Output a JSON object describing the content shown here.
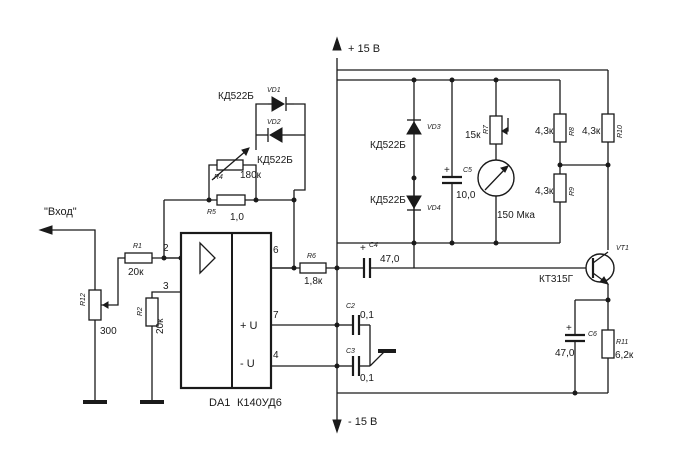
{
  "input": {
    "label": "\"Вход\""
  },
  "power": {
    "plus": "+ 15 В",
    "minus": "- 15 В"
  },
  "opamp": {
    "ref": "DA1",
    "model": "К140УД6",
    "plus_u": "+ U",
    "minus_u": "- U",
    "pins": {
      "p2": "2",
      "p3": "3",
      "p6": "6",
      "p7": "7",
      "p4": "4"
    }
  },
  "components": {
    "r12": {
      "ref": "R12",
      "value": "300"
    },
    "r1": {
      "ref": "R1",
      "value": "20к"
    },
    "r2": {
      "ref": "R2",
      "value": "20к"
    },
    "r4": {
      "ref": "R4",
      "value": "180к"
    },
    "r5": {
      "ref": "R5",
      "value": "1,0"
    },
    "r6": {
      "ref": "R6",
      "value": "1,8к"
    },
    "vd1": {
      "ref": "VD1",
      "value": "КД522Б"
    },
    "vd2": {
      "ref": "VD2",
      "value": "КД522Б"
    },
    "vd3": {
      "ref": "VD3",
      "value": "КД522Б"
    },
    "vd4": {
      "ref": "VD4",
      "value": "КД522Б"
    },
    "c2": {
      "ref": "C2",
      "value": "0,1"
    },
    "c3": {
      "ref": "C3",
      "value": "0,1"
    },
    "c4": {
      "ref": "C4",
      "value": "47,0"
    },
    "c5": {
      "ref": "C5",
      "value": "10,0"
    },
    "c6": {
      "ref": "C6",
      "value": "47,0"
    },
    "r7": {
      "ref": "R7",
      "value": "15к"
    },
    "r8": {
      "ref": "R8",
      "value": "4,3к"
    },
    "r9": {
      "ref": "R9",
      "value": "4,3к"
    },
    "r10": {
      "ref": "R10",
      "value": "4,3к"
    },
    "r11": {
      "ref": "R11",
      "value": "6,2к"
    },
    "meter": {
      "value": "150 Мка"
    },
    "vt1": {
      "ref": "VT1",
      "value": "КТ315Г"
    }
  }
}
